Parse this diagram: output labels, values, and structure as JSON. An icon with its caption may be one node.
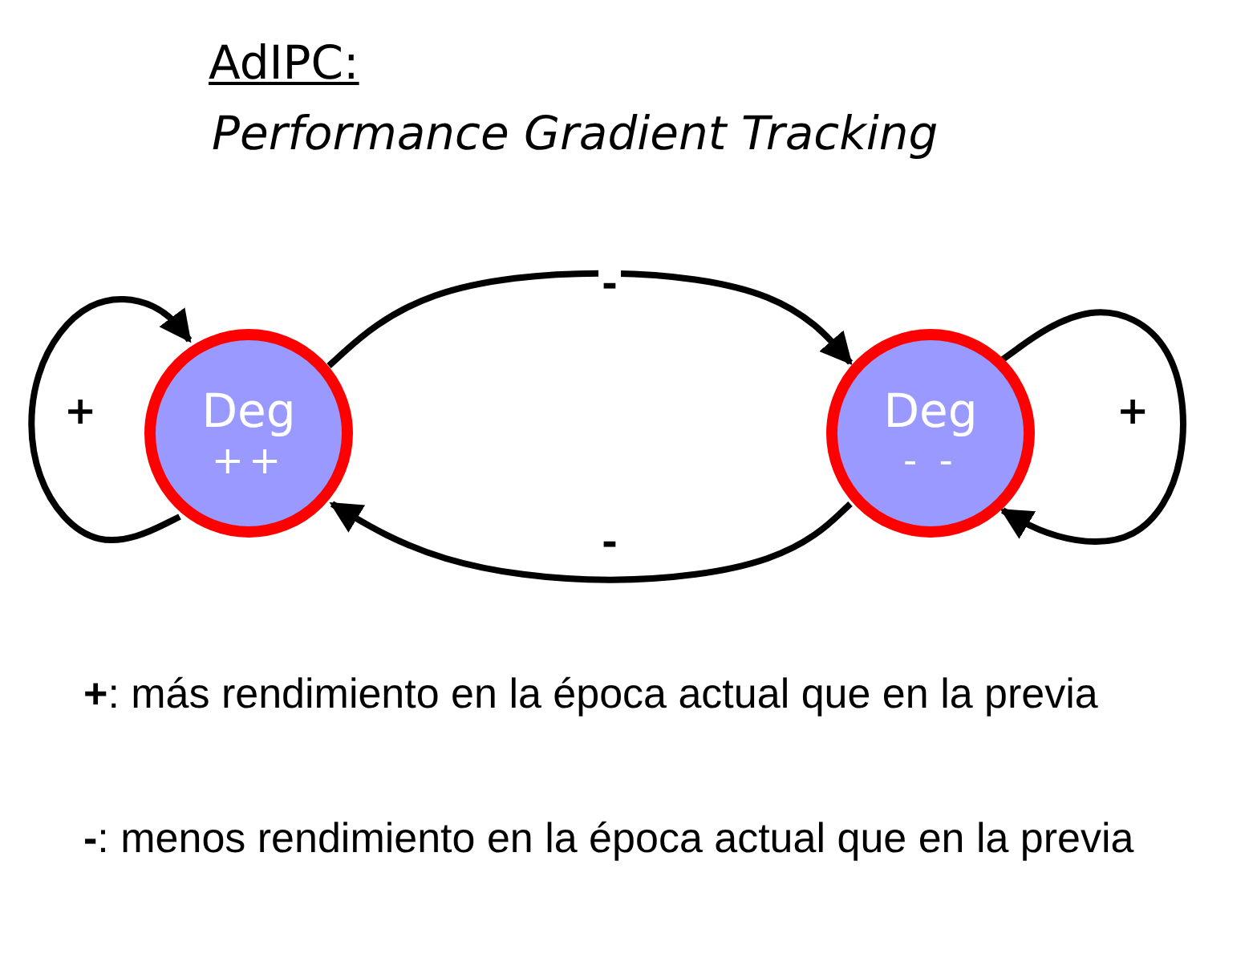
{
  "diagram": {
    "title": "AdIPC:",
    "nodes": [
      {
        "text": [
          "Deg",
          "++"
        ]
      },
      {
        "text": [
          "Deg",
          "- -"
        ]
      }
    ],
    "edges": [
      {
        "from": 0,
        "to": 0,
        "arrow": "to",
        "label": "+"
      },
      {
        "from": 0,
        "to": 1,
        "arrow": "to",
        "label": "-"
      },
      {
        "from": 1,
        "to": 0,
        "arrow": "to",
        "label": "-"
      },
      {
        "from": 1,
        "to": 1,
        "arrow": "to",
        "label": "+"
      }
    ],
    "labels": [
      "Performance Gradient Tracking",
      "**+**: más rendimiento en la época actual que en la previa",
      "**-**: menos rendimiento en la época actual que en la previa"
    ]
  }
}
